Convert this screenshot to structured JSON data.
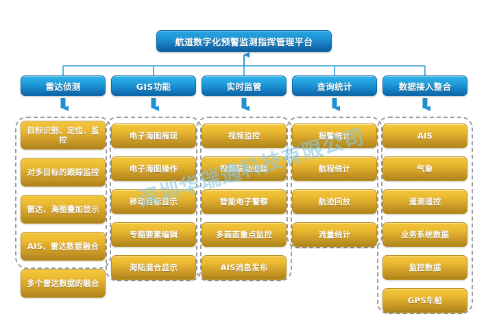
{
  "root": {
    "label": "航道数字化预警监测指挥管理平台"
  },
  "watermark": {
    "text": "深圳华瑞通科技有限公司"
  },
  "colors": {
    "header_blue_top": "#2fb3e8",
    "header_blue_bottom": "#0d63a5",
    "item_gold_top": "#f3c63c",
    "item_gold_bottom": "#ad841c",
    "connector_blue": "#1f8fd0",
    "group_dash": "#9a9a9a",
    "text_white": "#ffffff",
    "watermark_teal": "#8cc8e1"
  },
  "columns": [
    {
      "header": "雷达侦测",
      "items": [
        "目标识别、定位、监控",
        "对多目标的跟踪监控",
        "雷达、海图叠加显示",
        "AIS、雷达数据融合",
        "多个雷达数据的融合"
      ]
    },
    {
      "header": "GIS功能",
      "items": [
        "电子海图展现",
        "电子海图操作",
        "移动目标显示",
        "专题要素编辑",
        "海陆混合显示"
      ]
    },
    {
      "header": "实时监管",
      "items": [
        "视频监控",
        "视频联动追踪",
        "智能电子警察",
        "多画面重点监控",
        "AIS消息发布"
      ]
    },
    {
      "header": "查询统计",
      "items": [
        "报警统计",
        "航程统计",
        "航迹回放",
        "流量统计"
      ]
    },
    {
      "header": "数据接入整合",
      "items": [
        "AIS",
        "气象",
        "遥测遥控",
        "业务系统数据",
        "监控数据",
        "GPS车船"
      ]
    }
  ]
}
